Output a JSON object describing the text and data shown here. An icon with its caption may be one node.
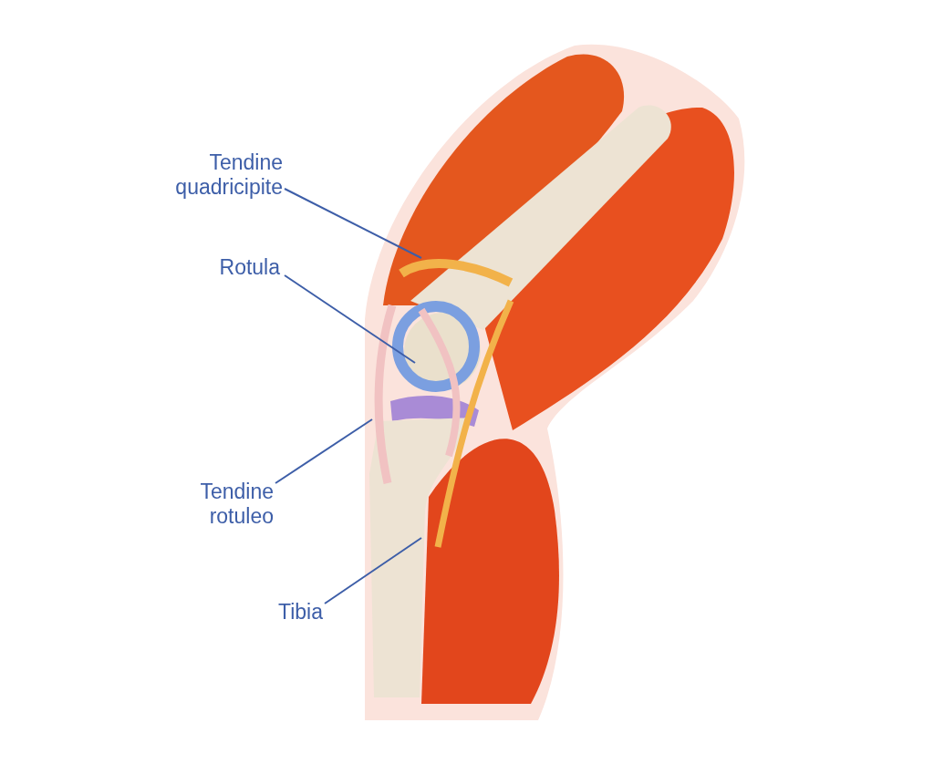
{
  "diagram": {
    "nodes": [
      {
        "text": [
          "Tendine quadricipite"
        ]
      },
      {
        "text": [
          "Rotula"
        ]
      },
      {
        "text": [
          "Tendine rotuleo"
        ]
      },
      {
        "text": [
          "Tibia"
        ]
      }
    ],
    "edges": [
      {
        "from": 0,
        "to": null,
        "arrow": "none"
      },
      {
        "from": 1,
        "to": null,
        "arrow": "none"
      },
      {
        "from": 2,
        "to": null,
        "arrow": "none"
      },
      {
        "from": 3,
        "to": null,
        "arrow": "none"
      }
    ]
  }
}
